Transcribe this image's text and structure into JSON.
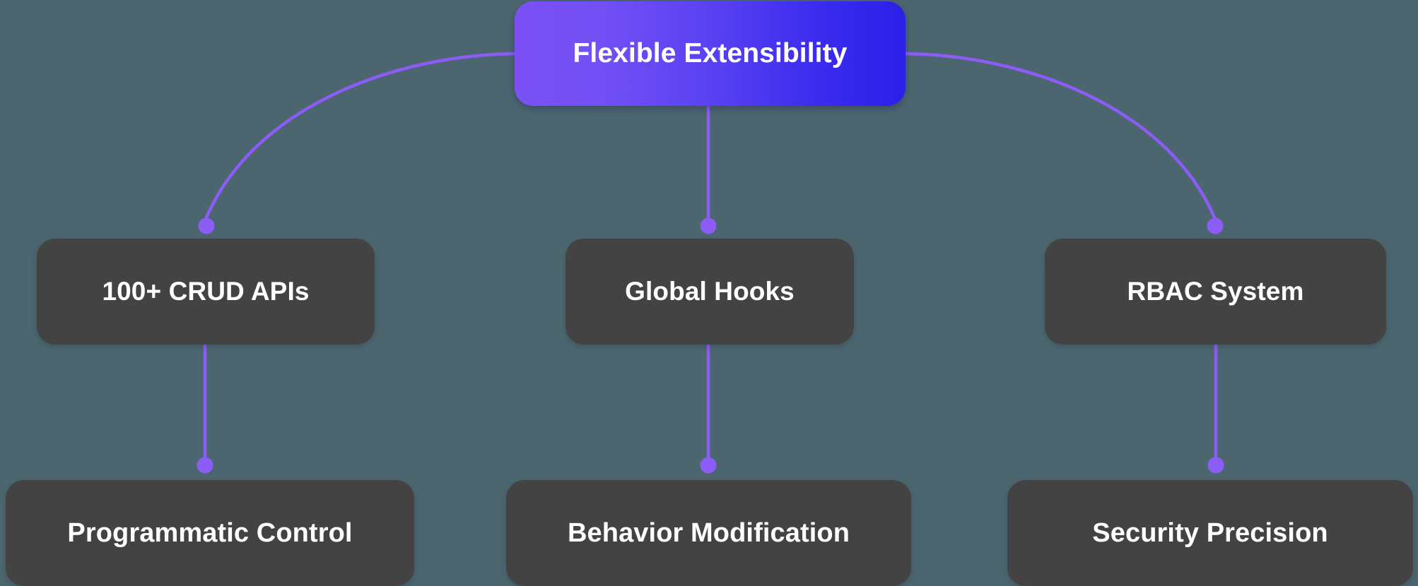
{
  "diagram": {
    "type": "tree",
    "title": "Flexible Extensibility",
    "background_color": "#4C6670",
    "edge_color": "#8B5CF6",
    "node_color": "#434343",
    "root_gradient_from": "#7B51F5",
    "root_gradient_to": "#2B20E8",
    "text_color": "#FFFFFF"
  },
  "root": {
    "label": "Flexible Extensibility"
  },
  "branches": [
    {
      "label": "100+ CRUD APIs",
      "child": {
        "label": "Programmatic Control"
      }
    },
    {
      "label": "Global Hooks",
      "child": {
        "label": "Behavior Modification"
      }
    },
    {
      "label": "RBAC System",
      "child": {
        "label": "Security Precision"
      }
    }
  ]
}
